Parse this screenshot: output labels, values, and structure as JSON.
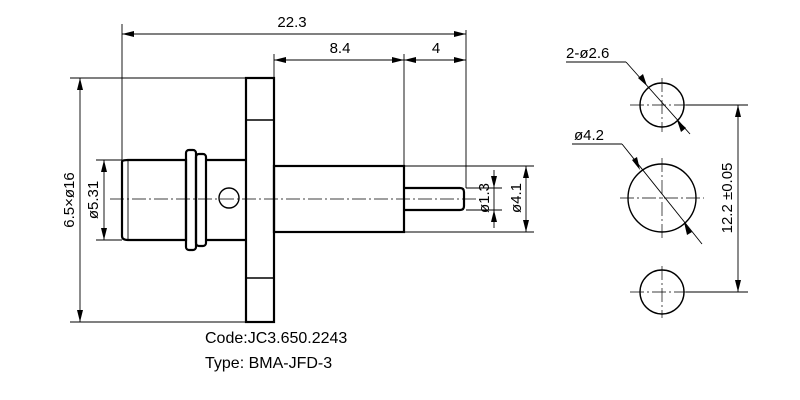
{
  "dimensions": {
    "overall_length": "22.3",
    "body_length": "8.4",
    "pin_length": "4",
    "flange": "6.5×ø16",
    "shell_diameter": "ø5.31",
    "pin_diameter": "ø1.3",
    "insulator_diameter": "ø4.1",
    "mount_holes": "2-ø2.6",
    "center_hole": "ø4.2",
    "hole_spacing": "12.2 ±0.05"
  },
  "labels": {
    "code": "Code:JC3.650.2243",
    "type": "Type: BMA-JFD-3"
  }
}
